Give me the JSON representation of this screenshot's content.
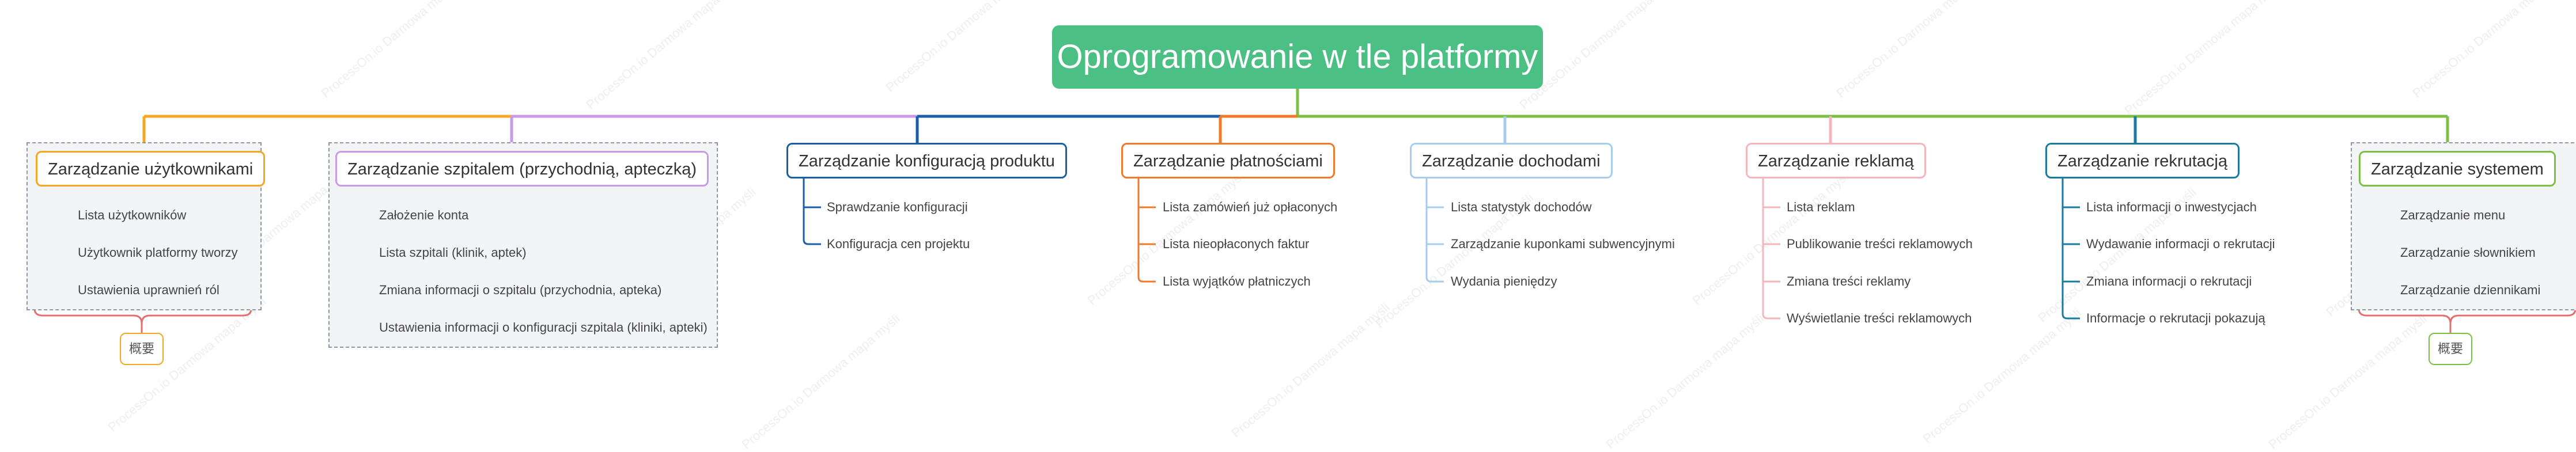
{
  "watermark": "ProcessOn.io Darmowa mapa myśli",
  "root": {
    "title": "Oprogramowanie w tle platformy",
    "color": "#4cbf85"
  },
  "branches": [
    {
      "title": "Zarządzanie użytkownikami",
      "color": "#f5a623",
      "children": [
        "Lista użytkowników",
        "Użytkownik platformy tworzy",
        "Ustawienia uprawnień ról"
      ],
      "summary": "概要"
    },
    {
      "title": "Zarządzanie szpitalem (przychodnią, apteczką)",
      "color": "#c99be6",
      "children": [
        "Założenie konta",
        "Lista szpitali (klinik, aptek)",
        "Zmiana informacji o szpitalu (przychodnia, apteka)",
        "Ustawienia informacji o konfiguracji szpitala (kliniki, apteki)"
      ]
    },
    {
      "title": "Zarządzanie konfiguracją produktu",
      "color": "#1a5fa6",
      "children": [
        "Sprawdzanie konfiguracji",
        "Konfiguracja cen projektu"
      ]
    },
    {
      "title": "Zarządzanie płatnościami",
      "color": "#f07a2a",
      "children": [
        "Lista zamówień już opłaconych",
        "Lista nieopłaconych faktur",
        "Lista wyjątków płatniczych"
      ]
    },
    {
      "title": "Zarządzanie dochodami",
      "color": "#a6cdf0",
      "children": [
        "Lista statystyk dochodów",
        "Zarządzanie kuponkami subwencyjnymi",
        "Wydania pieniędzy"
      ]
    },
    {
      "title": "Zarządzanie reklamą",
      "color": "#f4b6bd",
      "children": [
        "Lista reklam",
        "Publikowanie treści reklamowych",
        "Zmiana treści reklamy",
        "Wyświetlanie treści reklamowych"
      ]
    },
    {
      "title": "Zarządzanie rekrutacją",
      "color": "#1a7aa0",
      "children": [
        "Lista informacji o inwestycjach",
        "Wydawanie informacji o rekrutacji",
        "Zmiana informacji o rekrutacji",
        "Informacje o rekrutacji pokazują"
      ]
    },
    {
      "title": "Zarządzanie systemem",
      "color": "#7bc043",
      "children": [
        "Zarządzanie menu",
        "Zarządzanie słownikiem",
        "Zarządzanie dziennikami"
      ],
      "summary": "概要"
    }
  ]
}
